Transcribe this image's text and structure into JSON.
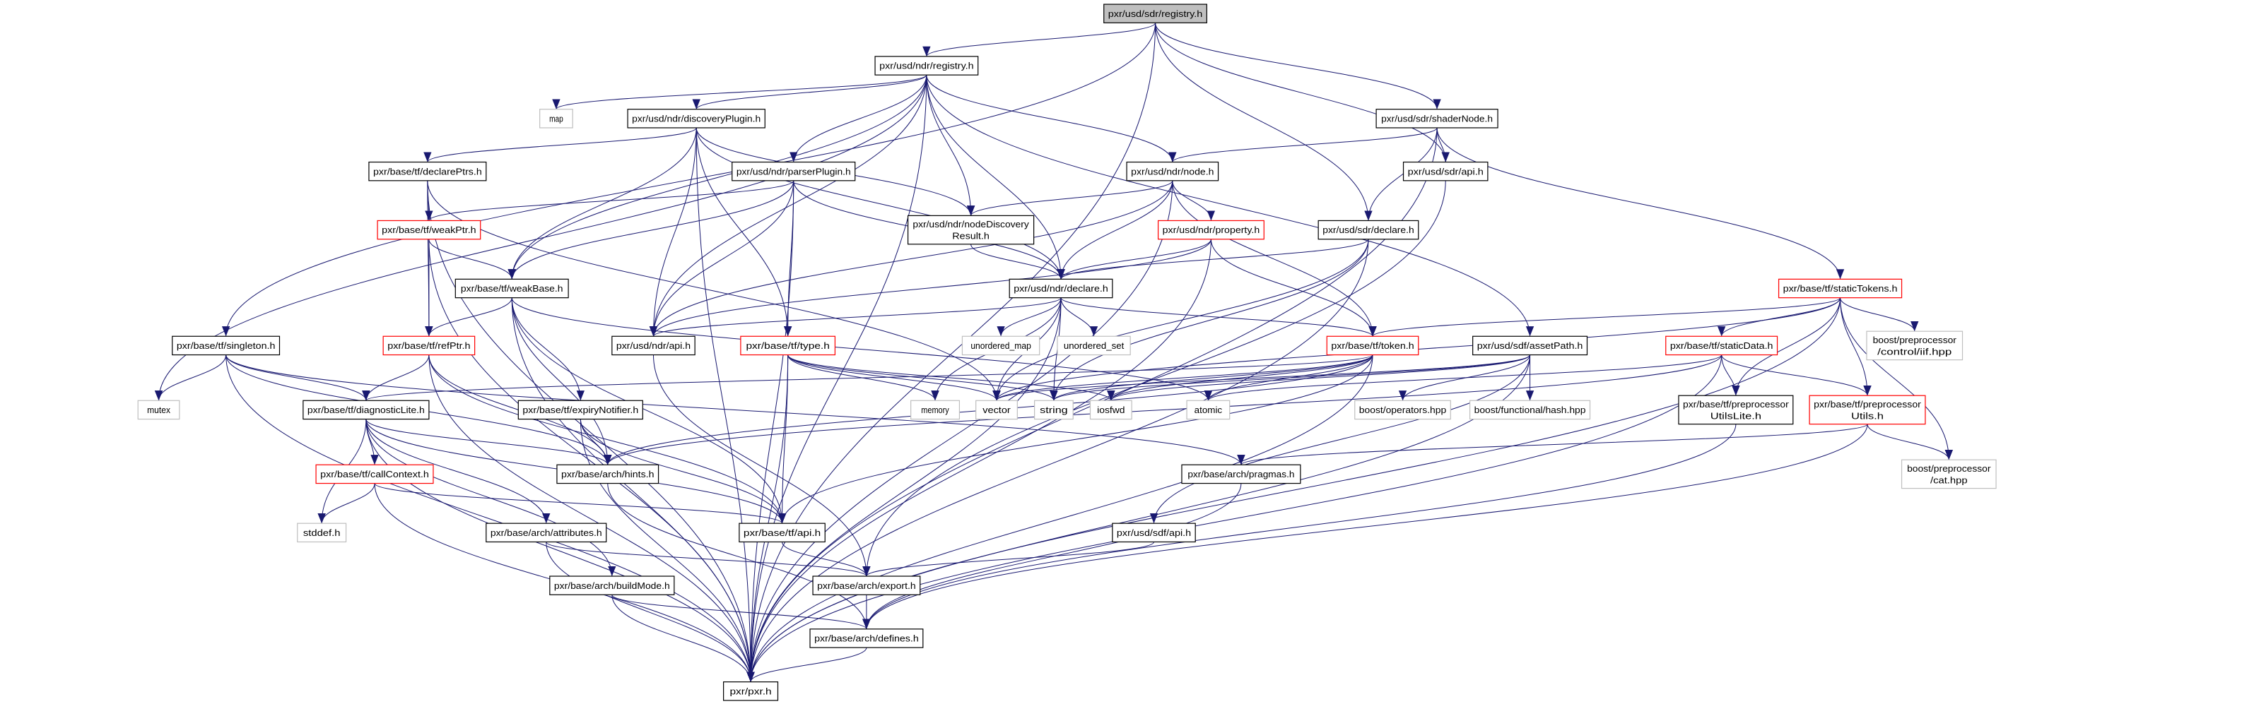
{
  "graph": {
    "edge_color": "#191970",
    "nodes": [
      {
        "id": "sdr_registry",
        "label": [
          "pxr/usd/sdr/registry.h"
        ],
        "kind": "root"
      },
      {
        "id": "ndr_registry",
        "label": [
          "pxr/usd/ndr/registry.h"
        ],
        "kind": "normal"
      },
      {
        "id": "map",
        "label": [
          "map"
        ],
        "kind": "ext"
      },
      {
        "id": "discoveryPlugin",
        "label": [
          "pxr/usd/ndr/discoveryPlugin.h"
        ],
        "kind": "normal"
      },
      {
        "id": "shaderNode",
        "label": [
          "pxr/usd/sdr/shaderNode.h"
        ],
        "kind": "normal"
      },
      {
        "id": "declarePtrs",
        "label": [
          "pxr/base/tf/declarePtrs.h"
        ],
        "kind": "normal"
      },
      {
        "id": "parserPlugin",
        "label": [
          "pxr/usd/ndr/parserPlugin.h"
        ],
        "kind": "normal"
      },
      {
        "id": "ndr_node",
        "label": [
          "pxr/usd/ndr/node.h"
        ],
        "kind": "normal"
      },
      {
        "id": "sdr_api",
        "label": [
          "pxr/usd/sdr/api.h"
        ],
        "kind": "normal"
      },
      {
        "id": "weakPtr",
        "label": [
          "pxr/base/tf/weakPtr.h"
        ],
        "kind": "red"
      },
      {
        "id": "nodeDiscoveryResult",
        "label": [
          "pxr/usd/ndr/nodeDiscovery",
          "Result.h"
        ],
        "kind": "normal"
      },
      {
        "id": "property",
        "label": [
          "pxr/usd/ndr/property.h"
        ],
        "kind": "red"
      },
      {
        "id": "sdr_declare",
        "label": [
          "pxr/usd/sdr/declare.h"
        ],
        "kind": "normal"
      },
      {
        "id": "weakBase",
        "label": [
          "pxr/base/tf/weakBase.h"
        ],
        "kind": "normal"
      },
      {
        "id": "ndr_declare",
        "label": [
          "pxr/usd/ndr/declare.h"
        ],
        "kind": "normal"
      },
      {
        "id": "staticTokens",
        "label": [
          "pxr/base/tf/staticTokens.h"
        ],
        "kind": "red"
      },
      {
        "id": "singleton",
        "label": [
          "pxr/base/tf/singleton.h"
        ],
        "kind": "normal"
      },
      {
        "id": "refPtr",
        "label": [
          "pxr/base/tf/refPtr.h"
        ],
        "kind": "red"
      },
      {
        "id": "ndr_api",
        "label": [
          "pxr/usd/ndr/api.h"
        ],
        "kind": "normal"
      },
      {
        "id": "type",
        "label": [
          "pxr/base/tf/type.h"
        ],
        "kind": "red"
      },
      {
        "id": "unordered_map",
        "label": [
          "unordered_map"
        ],
        "kind": "ext"
      },
      {
        "id": "unordered_set",
        "label": [
          "unordered_set"
        ],
        "kind": "ext"
      },
      {
        "id": "token",
        "label": [
          "pxr/base/tf/token.h"
        ],
        "kind": "red"
      },
      {
        "id": "assetPath",
        "label": [
          "pxr/usd/sdf/assetPath.h"
        ],
        "kind": "normal"
      },
      {
        "id": "staticData",
        "label": [
          "pxr/base/tf/staticData.h"
        ],
        "kind": "red"
      },
      {
        "id": "iif",
        "label": [
          "boost/preprocessor",
          "/control/iif.hpp"
        ],
        "kind": "ext"
      },
      {
        "id": "mutex",
        "label": [
          "mutex"
        ],
        "kind": "ext"
      },
      {
        "id": "diagnosticLite",
        "label": [
          "pxr/base/tf/diagnosticLite.h"
        ],
        "kind": "normal"
      },
      {
        "id": "expiryNotifier",
        "label": [
          "pxr/base/tf/expiryNotifier.h"
        ],
        "kind": "normal"
      },
      {
        "id": "memory",
        "label": [
          "memory"
        ],
        "kind": "ext"
      },
      {
        "id": "vector",
        "label": [
          "vector"
        ],
        "kind": "ext"
      },
      {
        "id": "string",
        "label": [
          "string"
        ],
        "kind": "ext"
      },
      {
        "id": "iosfwd",
        "label": [
          "iosfwd"
        ],
        "kind": "ext"
      },
      {
        "id": "atomic",
        "label": [
          "atomic"
        ],
        "kind": "ext"
      },
      {
        "id": "boost_operators",
        "label": [
          "boost/operators.hpp"
        ],
        "kind": "ext"
      },
      {
        "id": "boost_hash",
        "label": [
          "boost/functional/hash.hpp"
        ],
        "kind": "ext"
      },
      {
        "id": "ppUtilsLite",
        "label": [
          "pxr/base/tf/preprocessor",
          "UtilsLite.h"
        ],
        "kind": "normal"
      },
      {
        "id": "ppUtils",
        "label": [
          "pxr/base/tf/preprocessor",
          "Utils.h"
        ],
        "kind": "red"
      },
      {
        "id": "callContext",
        "label": [
          "pxr/base/tf/callContext.h"
        ],
        "kind": "red"
      },
      {
        "id": "hints",
        "label": [
          "pxr/base/arch/hints.h"
        ],
        "kind": "normal"
      },
      {
        "id": "pragmas",
        "label": [
          "pxr/base/arch/pragmas.h"
        ],
        "kind": "normal"
      },
      {
        "id": "cat",
        "label": [
          "boost/preprocessor",
          "/cat.hpp"
        ],
        "kind": "ext"
      },
      {
        "id": "stddef",
        "label": [
          "stddef.h"
        ],
        "kind": "ext"
      },
      {
        "id": "attributes",
        "label": [
          "pxr/base/arch/attributes.h"
        ],
        "kind": "normal"
      },
      {
        "id": "tf_api",
        "label": [
          "pxr/base/tf/api.h"
        ],
        "kind": "normal"
      },
      {
        "id": "sdf_api",
        "label": [
          "pxr/usd/sdf/api.h"
        ],
        "kind": "normal"
      },
      {
        "id": "buildMode",
        "label": [
          "pxr/base/arch/buildMode.h"
        ],
        "kind": "normal"
      },
      {
        "id": "export",
        "label": [
          "pxr/base/arch/export.h"
        ],
        "kind": "normal"
      },
      {
        "id": "defines",
        "label": [
          "pxr/base/arch/defines.h"
        ],
        "kind": "normal"
      },
      {
        "id": "pxr",
        "label": [
          "pxr/pxr.h"
        ],
        "kind": "normal"
      }
    ],
    "edges": [
      [
        "sdr_registry",
        "ndr_registry"
      ],
      [
        "sdr_registry",
        "sdr_declare"
      ],
      [
        "sdr_registry",
        "shaderNode"
      ],
      [
        "sdr_registry",
        "sdr_api"
      ],
      [
        "sdr_registry",
        "pxr"
      ],
      [
        "sdr_registry",
        "singleton"
      ],
      [
        "ndr_registry",
        "map"
      ],
      [
        "ndr_registry",
        "discoveryPlugin"
      ],
      [
        "ndr_registry",
        "parserPlugin"
      ],
      [
        "ndr_registry",
        "nodeDiscoveryResult"
      ],
      [
        "ndr_registry",
        "ndr_declare"
      ],
      [
        "ndr_registry",
        "ndr_node"
      ],
      [
        "ndr_registry",
        "ndr_api"
      ],
      [
        "ndr_registry",
        "weakBase"
      ],
      [
        "ndr_registry",
        "mutex"
      ],
      [
        "ndr_registry",
        "assetPath"
      ],
      [
        "ndr_registry",
        "pxr"
      ],
      [
        "discoveryPlugin",
        "declarePtrs"
      ],
      [
        "discoveryPlugin",
        "weakBase"
      ],
      [
        "discoveryPlugin",
        "ndr_api"
      ],
      [
        "discoveryPlugin",
        "type"
      ],
      [
        "discoveryPlugin",
        "nodeDiscoveryResult"
      ],
      [
        "discoveryPlugin",
        "ndr_declare"
      ],
      [
        "discoveryPlugin",
        "pxr"
      ],
      [
        "shaderNode",
        "ndr_node"
      ],
      [
        "shaderNode",
        "sdr_api"
      ],
      [
        "shaderNode",
        "sdr_declare"
      ],
      [
        "shaderNode",
        "staticTokens"
      ],
      [
        "shaderNode",
        "pxr"
      ],
      [
        "declarePtrs",
        "weakPtr"
      ],
      [
        "declarePtrs",
        "refPtr"
      ],
      [
        "declarePtrs",
        "pxr"
      ],
      [
        "declarePtrs",
        "vector"
      ],
      [
        "parserPlugin",
        "weakPtr"
      ],
      [
        "parserPlugin",
        "weakBase"
      ],
      [
        "parserPlugin",
        "ndr_api"
      ],
      [
        "parserPlugin",
        "type"
      ],
      [
        "parserPlugin",
        "ndr_declare"
      ],
      [
        "parserPlugin",
        "pxr"
      ],
      [
        "ndr_node",
        "nodeDiscoveryResult"
      ],
      [
        "ndr_node",
        "property"
      ],
      [
        "ndr_node",
        "ndr_declare"
      ],
      [
        "ndr_node",
        "token"
      ],
      [
        "ndr_node",
        "ndr_api"
      ],
      [
        "ndr_node",
        "pxr"
      ],
      [
        "sdr_api",
        "export"
      ],
      [
        "weakPtr",
        "weakBase"
      ],
      [
        "weakPtr",
        "refPtr"
      ],
      [
        "weakPtr",
        "pxr"
      ],
      [
        "nodeDiscoveryResult",
        "ndr_declare"
      ],
      [
        "property",
        "ndr_declare"
      ],
      [
        "property",
        "token"
      ],
      [
        "property",
        "ndr_api"
      ],
      [
        "property",
        "pxr"
      ],
      [
        "sdr_declare",
        "ndr_declare"
      ],
      [
        "sdr_declare",
        "string"
      ],
      [
        "sdr_declare",
        "vector"
      ],
      [
        "sdr_declare",
        "pxr"
      ],
      [
        "weakBase",
        "refPtr"
      ],
      [
        "weakBase",
        "tf_api"
      ],
      [
        "weakBase",
        "expiryNotifier"
      ],
      [
        "weakBase",
        "atomic"
      ],
      [
        "weakBase",
        "pxr"
      ],
      [
        "weakBase",
        "hints"
      ],
      [
        "ndr_declare",
        "ndr_api"
      ],
      [
        "ndr_declare",
        "unordered_map"
      ],
      [
        "ndr_declare",
        "unordered_set"
      ],
      [
        "ndr_declare",
        "memory"
      ],
      [
        "ndr_declare",
        "vector"
      ],
      [
        "ndr_declare",
        "string"
      ],
      [
        "ndr_declare",
        "token"
      ],
      [
        "ndr_declare",
        "pxr"
      ],
      [
        "staticTokens",
        "token"
      ],
      [
        "staticTokens",
        "staticData"
      ],
      [
        "staticTokens",
        "ppUtilsLite"
      ],
      [
        "staticTokens",
        "ppUtils"
      ],
      [
        "staticTokens",
        "iif"
      ],
      [
        "staticTokens",
        "cat"
      ],
      [
        "staticTokens",
        "vector"
      ],
      [
        "staticTokens",
        "pxr"
      ],
      [
        "singleton",
        "mutex"
      ],
      [
        "singleton",
        "diagnosticLite"
      ],
      [
        "singleton",
        "pragmas"
      ],
      [
        "singleton",
        "hints"
      ],
      [
        "singleton",
        "pxr"
      ],
      [
        "refPtr",
        "diagnosticLite"
      ],
      [
        "refPtr",
        "hints"
      ],
      [
        "refPtr",
        "tf_api"
      ],
      [
        "refPtr",
        "pxr"
      ],
      [
        "ndr_api",
        "export"
      ],
      [
        "type",
        "memory"
      ],
      [
        "type",
        "vector"
      ],
      [
        "type",
        "string"
      ],
      [
        "type",
        "iosfwd"
      ],
      [
        "type",
        "tf_api"
      ],
      [
        "type",
        "pxr"
      ],
      [
        "token",
        "diagnosticLite"
      ],
      [
        "token",
        "string"
      ],
      [
        "token",
        "vector"
      ],
      [
        "token",
        "iosfwd"
      ],
      [
        "token",
        "atomic"
      ],
      [
        "token",
        "hints"
      ],
      [
        "token",
        "tf_api"
      ],
      [
        "token",
        "pxr"
      ],
      [
        "assetPath",
        "string"
      ],
      [
        "assetPath",
        "vector"
      ],
      [
        "assetPath",
        "iosfwd"
      ],
      [
        "assetPath",
        "boost_operators"
      ],
      [
        "assetPath",
        "boost_hash"
      ],
      [
        "assetPath",
        "sdf_api"
      ],
      [
        "assetPath",
        "pxr"
      ],
      [
        "staticData",
        "atomic"
      ],
      [
        "staticData",
        "hints"
      ],
      [
        "staticData",
        "ppUtilsLite"
      ],
      [
        "staticData",
        "ppUtils"
      ],
      [
        "staticData",
        "pxr"
      ],
      [
        "diagnosticLite",
        "callContext"
      ],
      [
        "diagnosticLite",
        "stddef"
      ],
      [
        "diagnosticLite",
        "hints"
      ],
      [
        "diagnosticLite",
        "tf_api"
      ],
      [
        "diagnosticLite",
        "attributes"
      ],
      [
        "diagnosticLite",
        "buildMode"
      ],
      [
        "diagnosticLite",
        "pxr"
      ],
      [
        "expiryNotifier",
        "hints"
      ],
      [
        "expiryNotifier",
        "tf_api"
      ],
      [
        "expiryNotifier",
        "pxr"
      ],
      [
        "callContext",
        "stddef"
      ],
      [
        "callContext",
        "tf_api"
      ],
      [
        "callContext",
        "pxr"
      ],
      [
        "hints",
        "defines"
      ],
      [
        "tf_api",
        "export"
      ],
      [
        "attributes",
        "export"
      ],
      [
        "attributes",
        "pxr"
      ],
      [
        "buildMode",
        "defines"
      ],
      [
        "buildMode",
        "pxr"
      ],
      [
        "pragmas",
        "defines"
      ],
      [
        "sdf_api",
        "export"
      ],
      [
        "export",
        "defines"
      ],
      [
        "defines",
        "pxr"
      ],
      [
        "ppUtilsLite",
        "defines"
      ],
      [
        "ppUtils",
        "cat"
      ],
      [
        "ppUtils",
        "defines"
      ],
      [
        "ppUtils",
        "pragmas"
      ]
    ]
  }
}
